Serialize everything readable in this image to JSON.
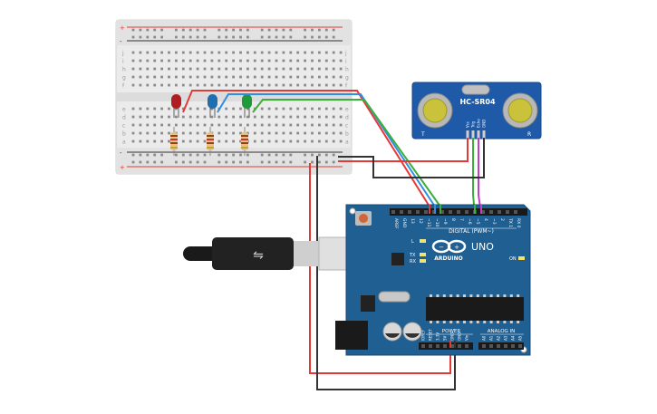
{
  "sensor": {
    "model": "HC-SR04",
    "corner_left": "T",
    "corner_right": "R",
    "pins": [
      "Vcc",
      "Trig",
      "Echo",
      "GND"
    ]
  },
  "arduino": {
    "logo": "ARDUINO",
    "brand": "UNO",
    "digital_label": "DIGITAL (PWM~)",
    "power_label": "POWER",
    "analog_label": "ANALOG IN",
    "digital_pins": [
      "AREF",
      "GND",
      "13",
      "12",
      "~11",
      "~10",
      "~9",
      "8",
      "7",
      "~6",
      "~5",
      "4",
      "~3",
      "2",
      "TX 1",
      "RX 0"
    ],
    "power_pins": [
      "IOREF",
      "RESET",
      "3.3V",
      "5V",
      "GND",
      "GND",
      "Vin"
    ],
    "analog_pins": [
      "A0",
      "A1",
      "A2",
      "A3",
      "A4",
      "A5"
    ],
    "indicators": [
      "L",
      "TX",
      "RX"
    ],
    "on_label": "ON"
  },
  "breadboard": {
    "row_letters_top": [
      "j",
      "i",
      "h",
      "g",
      "f"
    ],
    "row_letters_bottom": [
      "e",
      "d",
      "c",
      "b",
      "a"
    ],
    "rail_plus": "+",
    "rail_minus": "-"
  },
  "leds": [
    {
      "color_name": "red",
      "color": "#b01e23"
    },
    {
      "color_name": "blue",
      "color": "#1f6fb0"
    },
    {
      "color_name": "green",
      "color": "#1f9a3a"
    }
  ],
  "wire_colors": {
    "red": "#e53935",
    "blue": "#2f8ee0",
    "green": "#3cae3c",
    "black": "#333333",
    "magenta": "#c040c0"
  }
}
